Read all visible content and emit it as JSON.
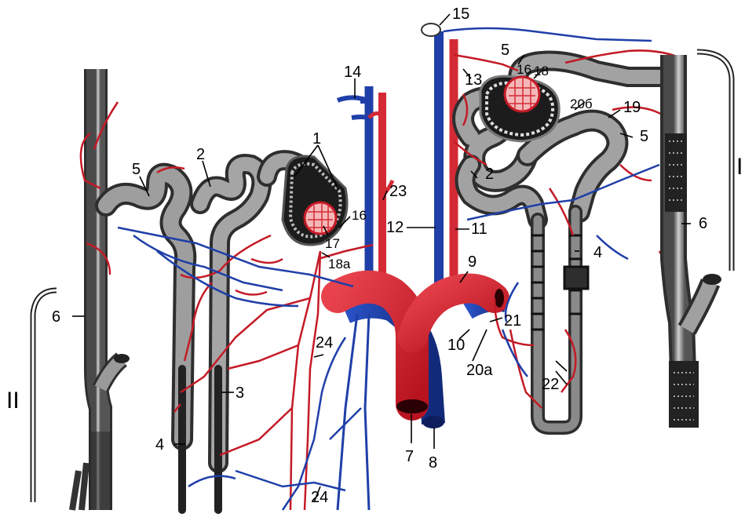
{
  "labels": {
    "l1": "1",
    "l2": "2",
    "l2b": "2",
    "l3": "3",
    "l4": "4",
    "l4b": "4",
    "l5": "5",
    "l5b": "5",
    "l5c": "5",
    "l6": "6",
    "l6b": "6",
    "l7": "7",
    "l8": "8",
    "l9": "9",
    "l10": "10",
    "l11": "11",
    "l12": "12",
    "l13": "13",
    "l14": "14",
    "l15": "15",
    "l16": "16",
    "l16b": "16",
    "l17": "17",
    "l18": "18",
    "l18a": "18a",
    "l19": "19",
    "l20a": "20a",
    "l20b": "20б",
    "l21": "21",
    "l22": "22",
    "l23": "23",
    "l24": "24",
    "l24b": "24",
    "roman2": "II",
    "roman1": "I"
  },
  "colors": {
    "artery": "#d42a35",
    "artery_dark": "#a3101a",
    "vein": "#1f3fa8",
    "vein_light": "#3a6fd8",
    "tubule": "#8c8c8c",
    "tubule_dark": "#3a3a3a",
    "glomerulus": "#f5b8b8"
  }
}
